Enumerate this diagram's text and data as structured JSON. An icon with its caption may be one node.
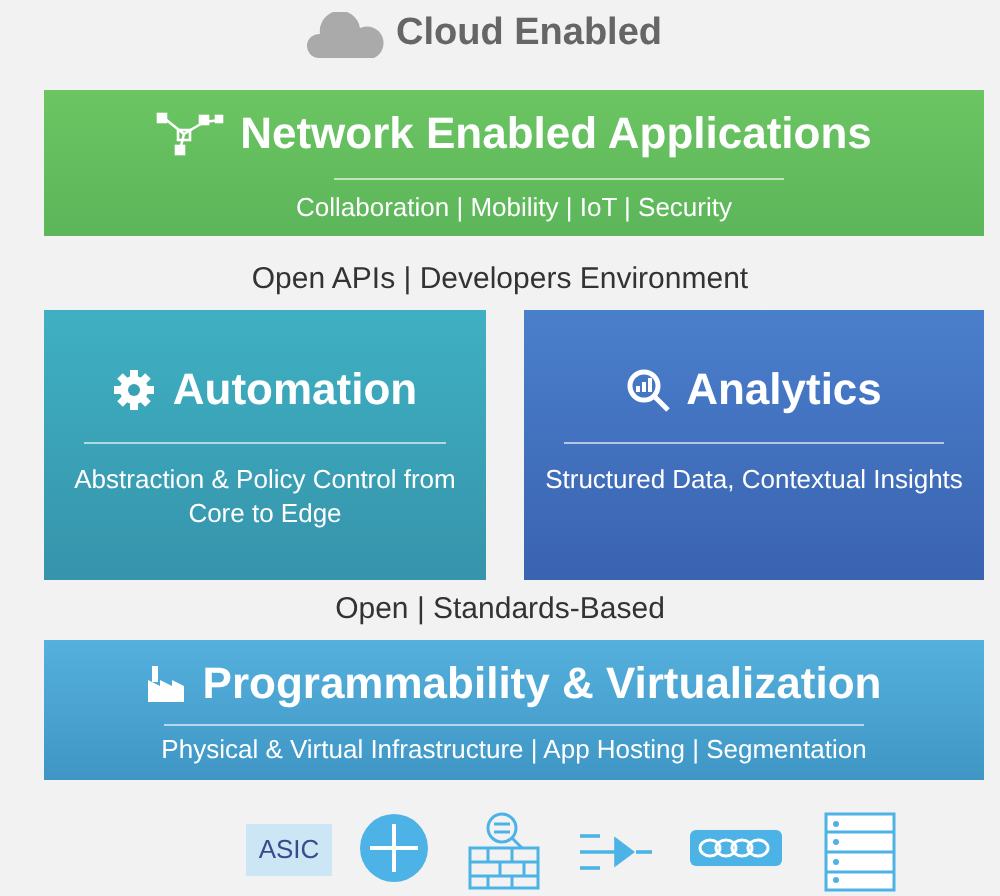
{
  "diagram": {
    "nodes": [
      {
        "text": [
          "Network Enabled Applications",
          "Collaboration | Mobility | IoT | Security"
        ]
      },
      {
        "text": [
          "Automation",
          "Abstraction & Policy Control from Core to Edge"
        ]
      },
      {
        "text": [
          "Analytics",
          "Structured Data, Contextual Insights"
        ]
      },
      {
        "text": [
          "Programmability & Virtualization",
          "Physical & Virtual Infrastructure | App Hosting | Segmentation"
        ]
      },
      {
        "text": [
          "ASIC"
        ]
      }
    ],
    "edges": [],
    "labels": [
      "Cloud Enabled",
      "Open APIs | Developers Environment",
      "Open | Standards-Based"
    ]
  }
}
